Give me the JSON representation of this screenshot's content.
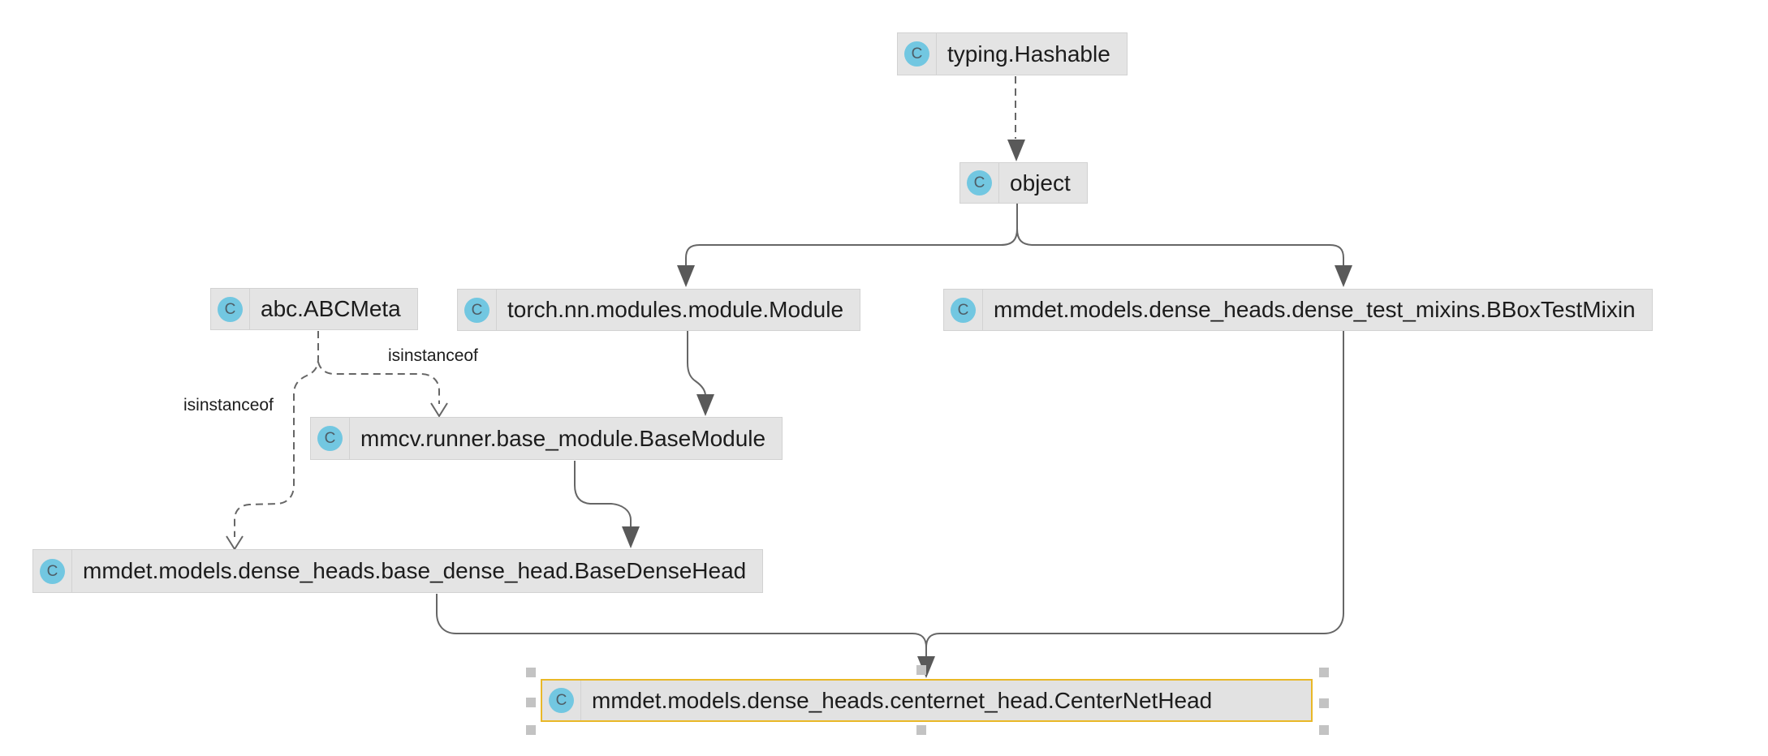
{
  "diagram": {
    "type": "class-inheritance-diagram",
    "colors": {
      "background": "#ffffff",
      "node_fill": "#e4e4e4",
      "node_border": "#d2d2d2",
      "selected_border": "#e9b827",
      "edge": "#666666",
      "arrowhead": "#595959",
      "icon_fill": "#72c7e1",
      "icon_letter": "#4e5d66",
      "handle": "#c3c3c3",
      "text": "#1c1c1c"
    },
    "class_icon_glyph": "C",
    "nodes": {
      "hashable": {
        "label": "typing.Hashable",
        "kind": "class"
      },
      "object": {
        "label": "object",
        "kind": "class"
      },
      "abcmeta": {
        "label": "abc.ABCMeta",
        "kind": "class"
      },
      "torch_module": {
        "label": "torch.nn.modules.module.Module",
        "kind": "class"
      },
      "bbox_test_mixin": {
        "label": "mmdet.models.dense_heads.dense_test_mixins.BBoxTestMixin",
        "kind": "class"
      },
      "base_module": {
        "label": "mmcv.runner.base_module.BaseModule",
        "kind": "class"
      },
      "base_dense_head": {
        "label": "mmdet.models.dense_heads.base_dense_head.BaseDenseHead",
        "kind": "class"
      },
      "centernet_head": {
        "label": "mmdet.models.dense_heads.centernet_head.CenterNetHead",
        "kind": "class",
        "selected": true
      }
    },
    "edges": [
      {
        "from": "typing.Hashable",
        "to": "object",
        "style": "dashed",
        "arrow": "filled",
        "label": ""
      },
      {
        "from": "object",
        "to": "torch.nn.modules.module.Module",
        "style": "solid",
        "arrow": "filled",
        "label": ""
      },
      {
        "from": "object",
        "to": "mmdet.models.dense_heads.dense_test_mixins.BBoxTestMixin",
        "style": "solid",
        "arrow": "filled",
        "label": ""
      },
      {
        "from": "abc.ABCMeta",
        "to": "mmcv.runner.base_module.BaseModule",
        "style": "dashed",
        "arrow": "open",
        "label": "isinstanceof"
      },
      {
        "from": "abc.ABCMeta",
        "to": "mmdet.models.dense_heads.base_dense_head.BaseDenseHead",
        "style": "dashed",
        "arrow": "open",
        "label": "isinstanceof"
      },
      {
        "from": "torch.nn.modules.module.Module",
        "to": "mmcv.runner.base_module.BaseModule",
        "style": "solid",
        "arrow": "filled",
        "label": ""
      },
      {
        "from": "mmcv.runner.base_module.BaseModule",
        "to": "mmdet.models.dense_heads.base_dense_head.BaseDenseHead",
        "style": "solid",
        "arrow": "filled",
        "label": ""
      },
      {
        "from": "mmdet.models.dense_heads.base_dense_head.BaseDenseHead",
        "to": "mmdet.models.dense_heads.centernet_head.CenterNetHead",
        "style": "solid",
        "arrow": "filled",
        "label": ""
      },
      {
        "from": "mmdet.models.dense_heads.dense_test_mixins.BBoxTestMixin",
        "to": "mmdet.models.dense_heads.centernet_head.CenterNetHead",
        "style": "solid",
        "arrow": "filled",
        "label": ""
      }
    ]
  }
}
